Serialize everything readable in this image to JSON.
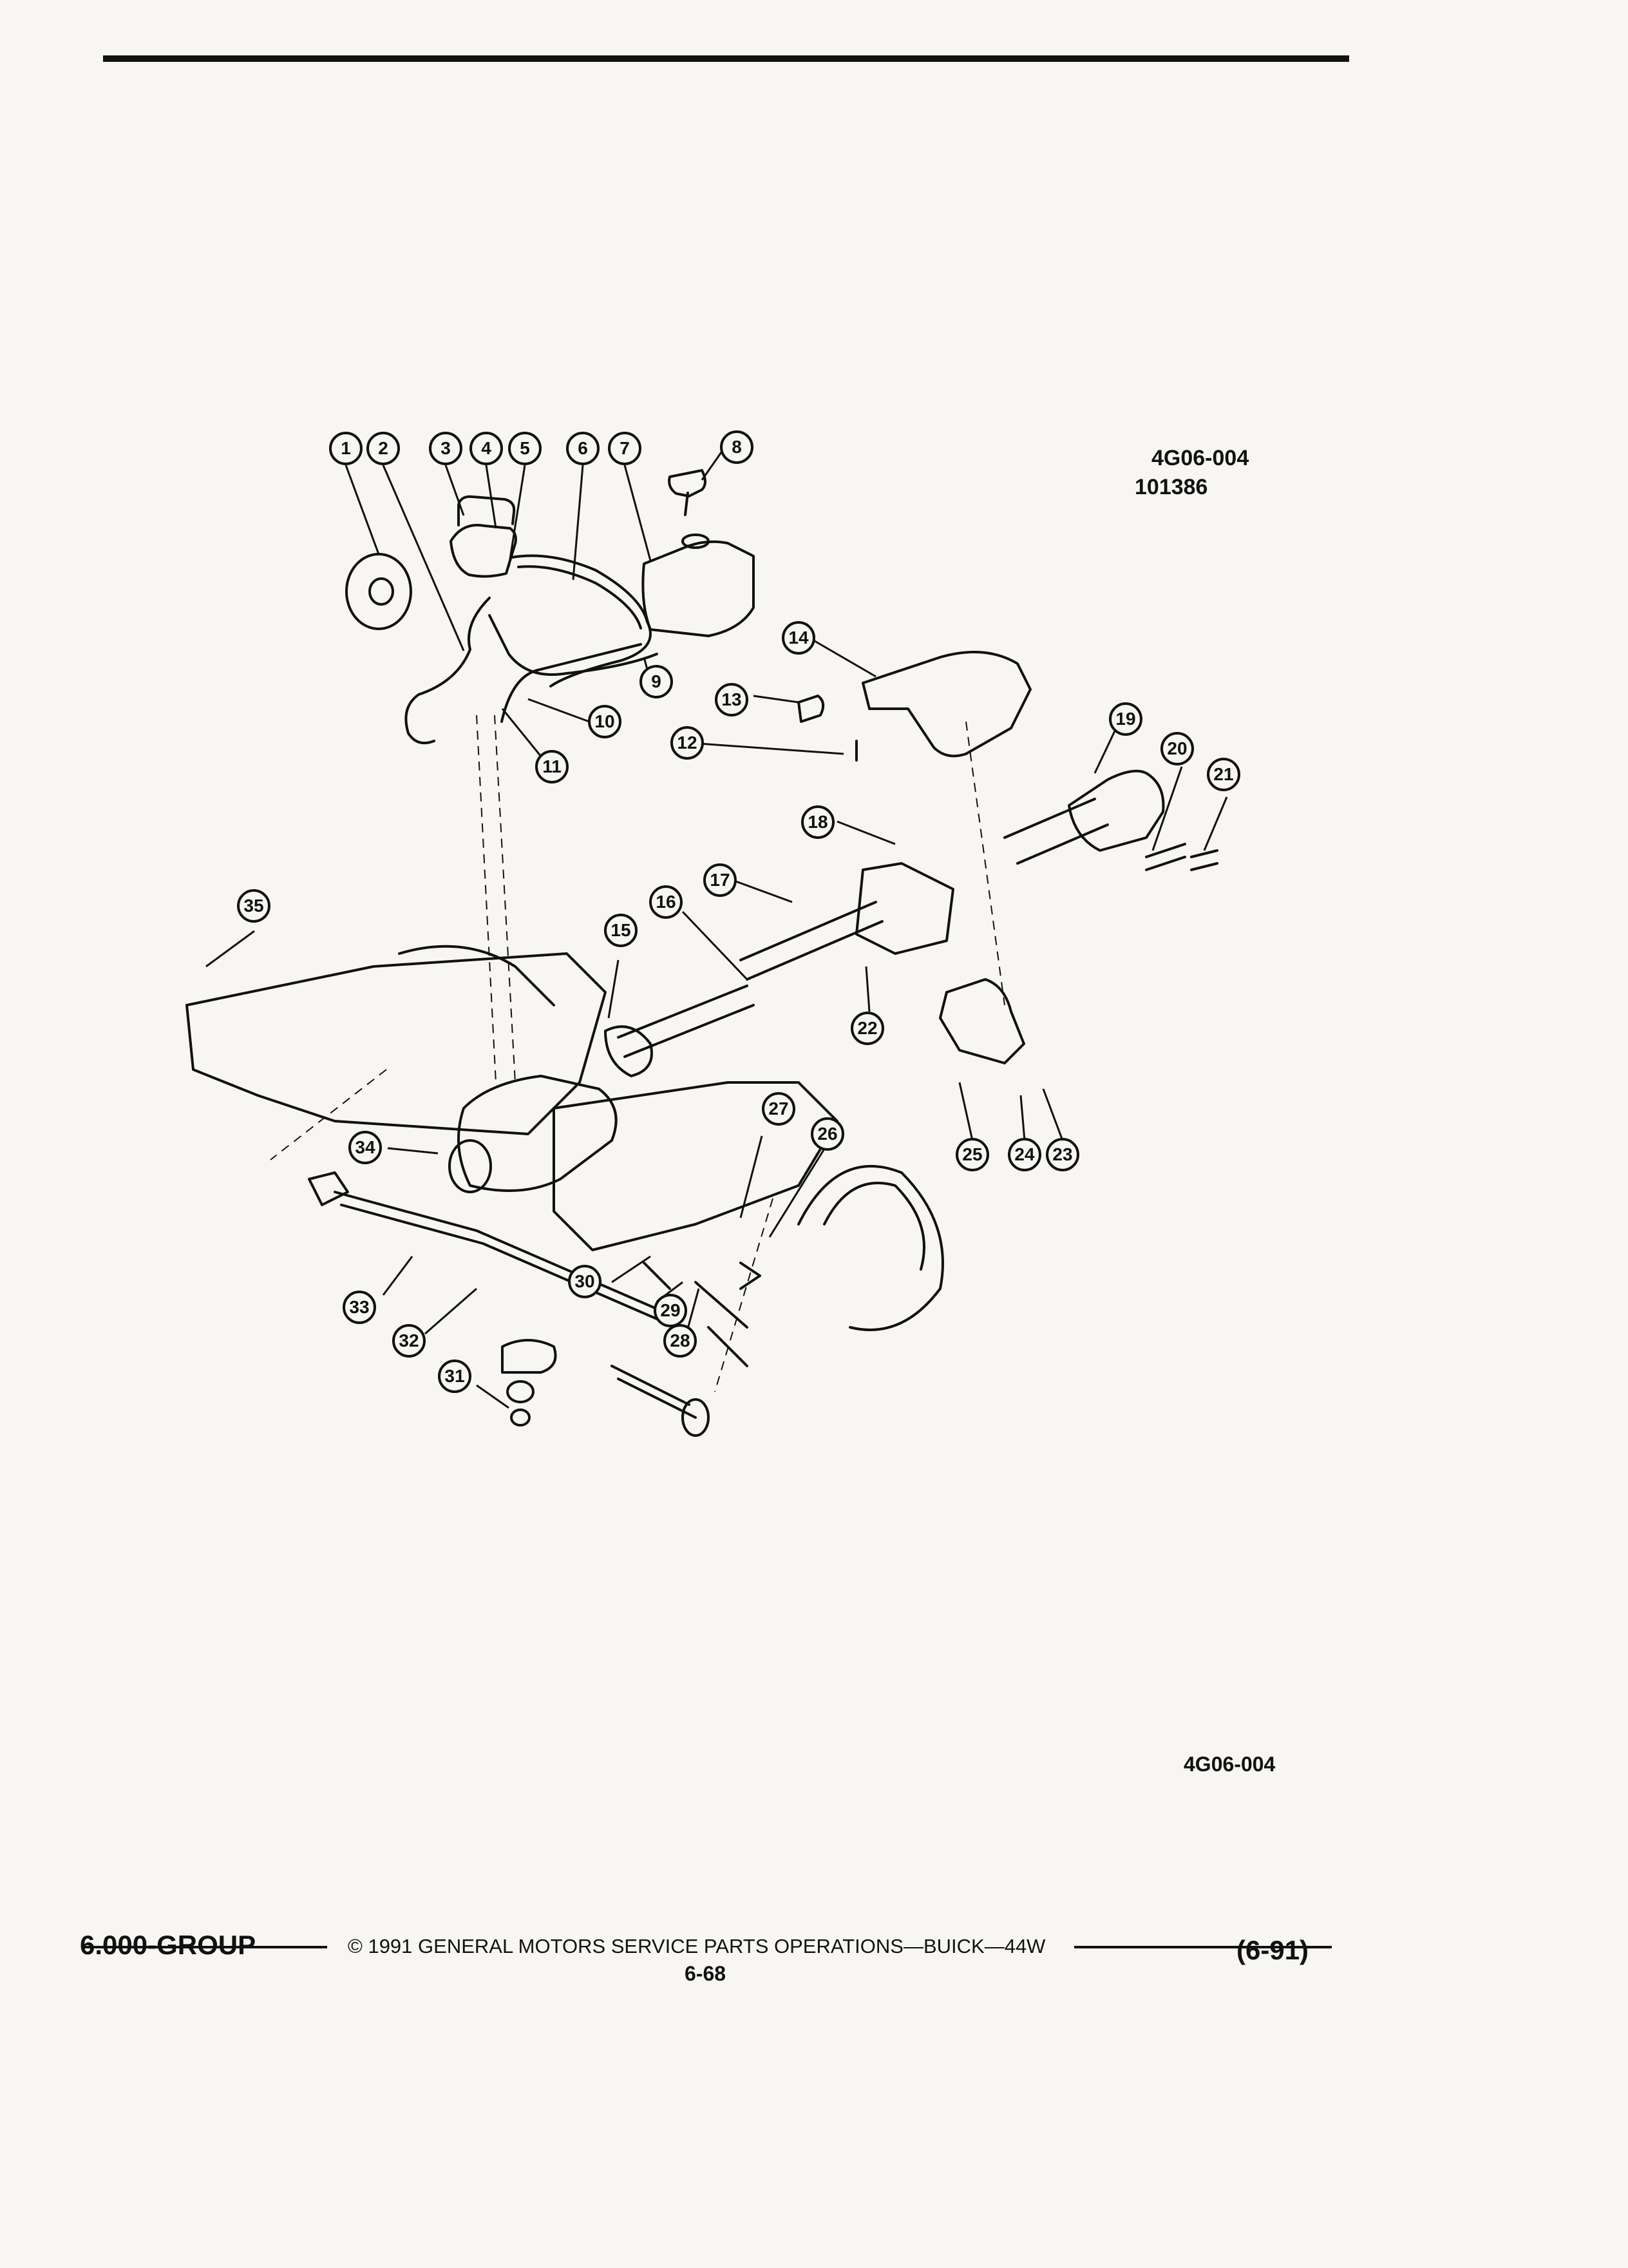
{
  "figure": {
    "code_top": "4G06-004",
    "date_code": "101386",
    "code_bottom": "4G06-004",
    "callouts": [
      "1",
      "2",
      "3",
      "4",
      "5",
      "6",
      "7",
      "8",
      "9",
      "10",
      "11",
      "12",
      "13",
      "14",
      "15",
      "16",
      "17",
      "18",
      "19",
      "20",
      "21",
      "22",
      "23",
      "24",
      "25",
      "26",
      "27",
      "28",
      "29",
      "30",
      "31",
      "32",
      "33",
      "34",
      "35"
    ]
  },
  "footer": {
    "group": "6.000-GROUP",
    "copyright": "© 1991 GENERAL MOTORS SERVICE PARTS OPERATIONS—BUICK—44W",
    "page": "6-68",
    "revision": "(6-91)"
  }
}
